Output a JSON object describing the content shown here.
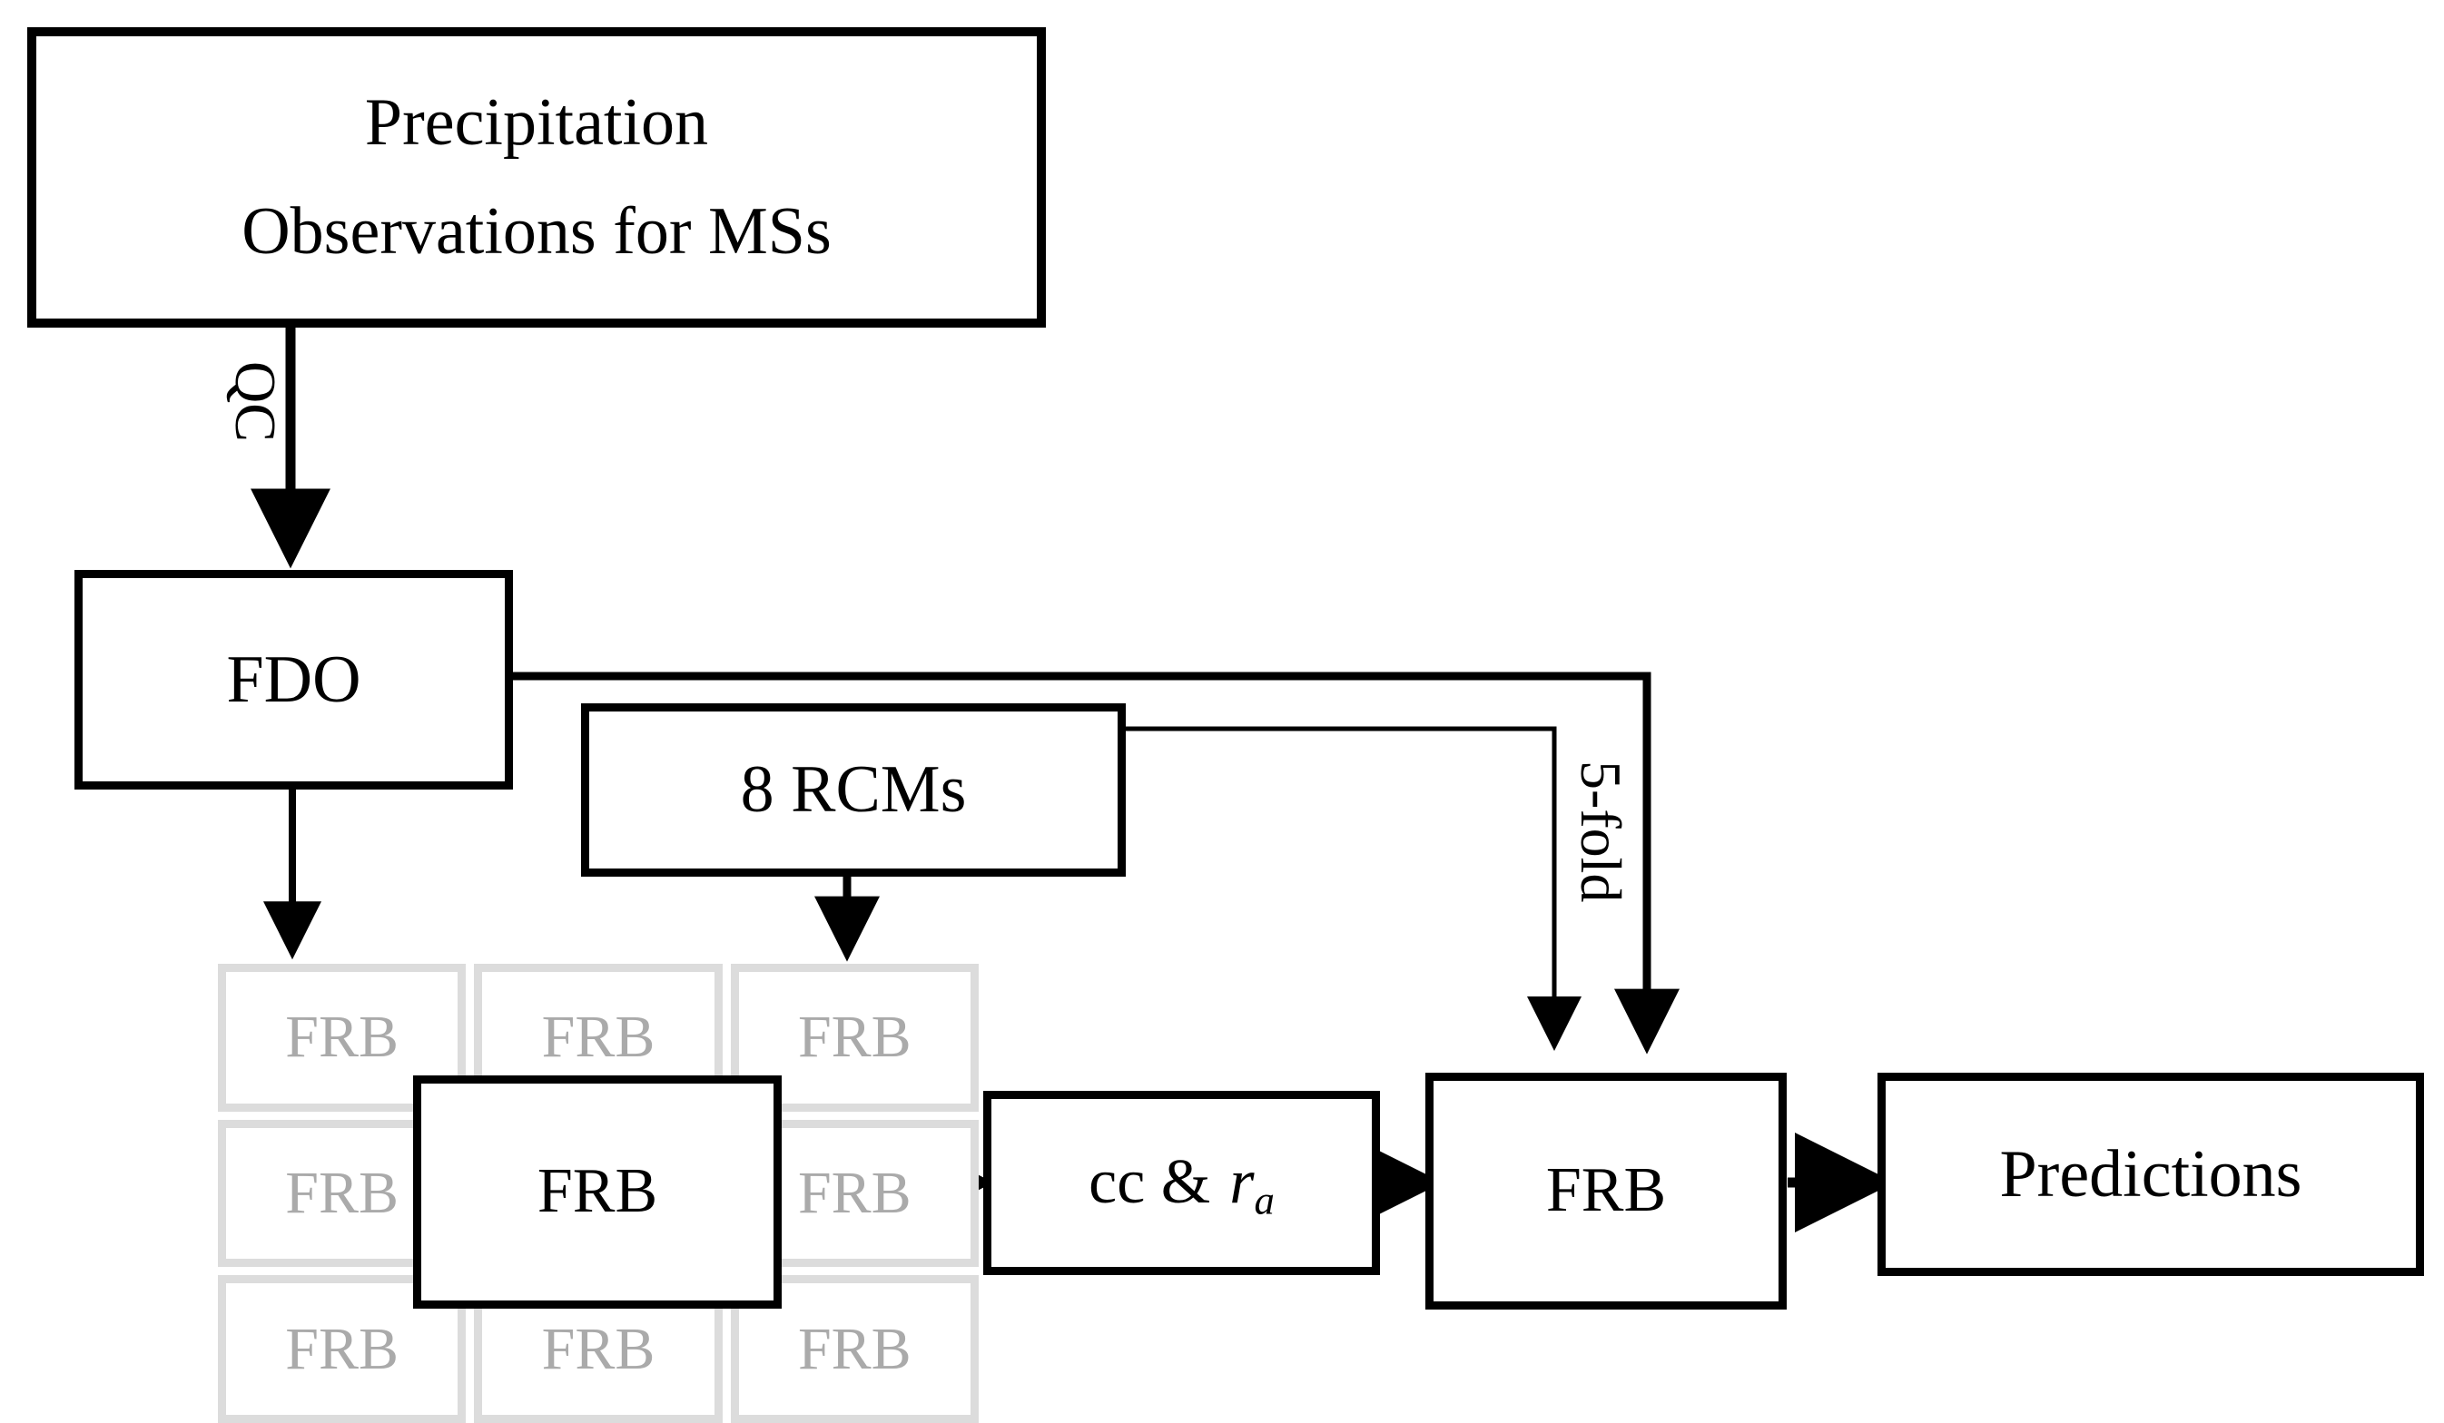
{
  "diagram": {
    "title": "Precipitation downscaling workflow flowchart",
    "colors": {
      "stroke": "#000000",
      "ghost_border": "#dcdcdc",
      "ghost_text": "#aaaaaa",
      "background": "#ffffff"
    },
    "nodes": {
      "precipitation": {
        "line1": "Precipitation",
        "line2": "Observations for MSs"
      },
      "fdo": {
        "label": "FDO"
      },
      "rcms": {
        "label": "8 RCMs"
      },
      "frb_main": {
        "label": "FRB"
      },
      "cc": {
        "prefix": "cc &",
        "metric_base": "r",
        "metric_sub": "a"
      },
      "frb_right": {
        "label": "FRB"
      },
      "predictions": {
        "label": "Predictions"
      }
    },
    "grid": {
      "rows": 3,
      "cols": 3,
      "cells": [
        "FRB",
        "FRB",
        "FRB",
        "FRB",
        "FRB",
        "FRB",
        "FRB",
        "FRB",
        "FRB"
      ]
    },
    "edge_labels": {
      "qc": "QC",
      "five_fold": "5-fold"
    },
    "edges": [
      {
        "from": "precipitation",
        "to": "fdo",
        "label": "QC"
      },
      {
        "from": "fdo",
        "to": "frb_grid",
        "label": ""
      },
      {
        "from": "rcms",
        "to": "frb_grid",
        "label": ""
      },
      {
        "from": "frb_main",
        "to": "cc",
        "label": ""
      },
      {
        "from": "cc",
        "to": "frb_right",
        "label": ""
      },
      {
        "from": "frb_right",
        "to": "predictions",
        "label": ""
      },
      {
        "from": "fdo",
        "to": "frb_right",
        "label": ""
      },
      {
        "from": "rcms",
        "to": "frb_right",
        "label": "5-fold"
      }
    ]
  }
}
